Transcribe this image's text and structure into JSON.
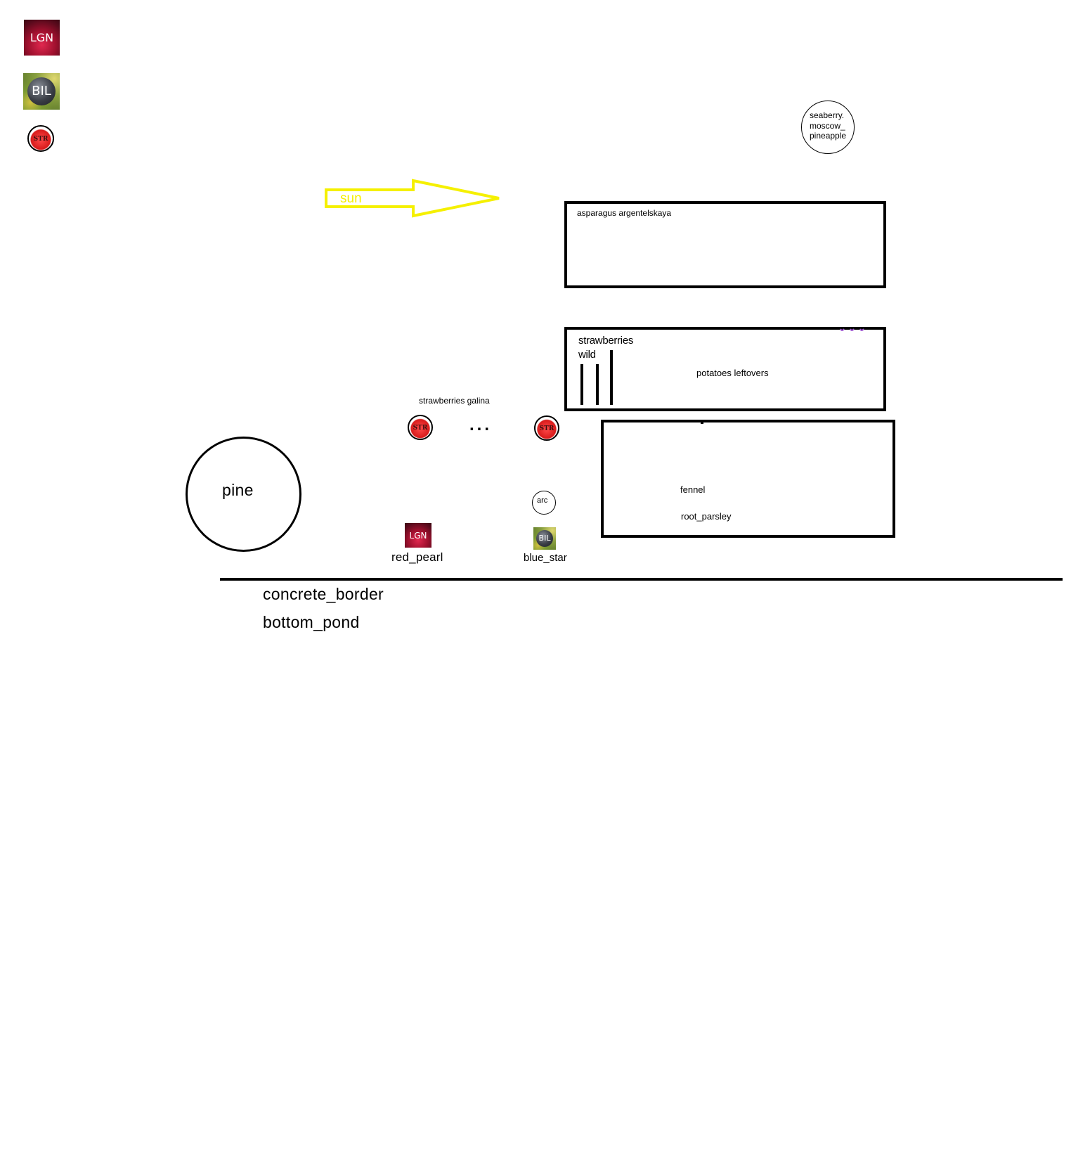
{
  "legend": {
    "lgn_label": "LGN",
    "bil_label": "BIL",
    "str_label": "STR"
  },
  "sun": {
    "label": "sun",
    "color": "#f5f000"
  },
  "tree": {
    "seaberry_line1": "seaberry.",
    "seaberry_line2": "moscow_",
    "seaberry_line3": "pineapple",
    "pine": "pine",
    "arc": "arc"
  },
  "beds": {
    "asparagus": "asparagus  argentelskaya",
    "strawberries_wild_line1": "strawberries",
    "strawberries_wild_line2": "wild",
    "potatoes": "potatoes leftovers",
    "fennel": "fennel",
    "root_parsley": "root_parsley"
  },
  "plants": {
    "strawberries_galina": "strawberries galina",
    "ellipsis": "...",
    "str_label": "STR",
    "lgn_label": "LGN",
    "bil_label": "BIL",
    "red_pearl": "red_pearl",
    "blue_star": "blue_star"
  },
  "boundaries": {
    "concrete_border": "concrete_border",
    "bottom_pond": "bottom_pond"
  }
}
